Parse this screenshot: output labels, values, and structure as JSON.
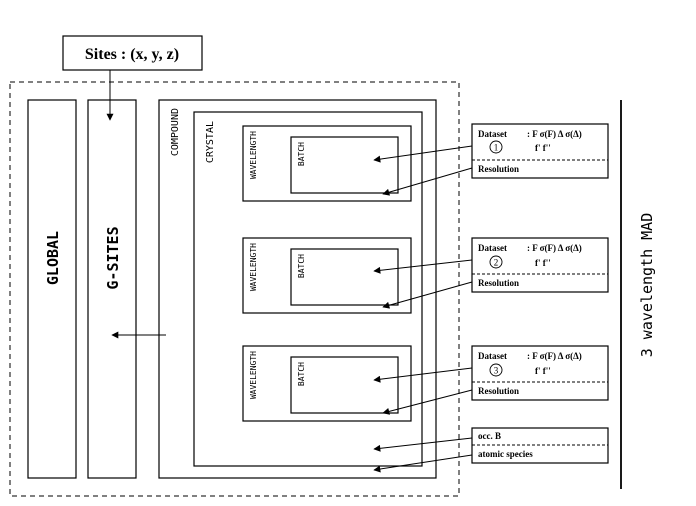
{
  "sites_label": "Sites : (x, y, z)",
  "global_label": "GLOBAL",
  "gsites_label": "G-SITES",
  "compound_label": "COMPOUND",
  "crystal_label": "CRYSTAL",
  "wavelength_label": "WAVELENGTH",
  "batch_label": "BATCH",
  "datasets": [
    {
      "name": "Dataset",
      "fields": ": F σ(F)  Δ σ(Δ)",
      "number": "1",
      "fprime": "f'   f''",
      "resolution": "Resolution"
    },
    {
      "name": "Dataset",
      "fields": ": F σ(F)  Δ σ(Δ)",
      "number": "2",
      "fprime": "f'   f''",
      "resolution": "Resolution"
    },
    {
      "name": "Dataset",
      "fields": ": F σ(F)  Δ σ(Δ)",
      "number": "3",
      "fprime": "f'   f''",
      "resolution": "Resolution"
    }
  ],
  "occ_label": "occ. B",
  "atomic_label": "atomic species",
  "mad_label": "3 wavelength MAD"
}
